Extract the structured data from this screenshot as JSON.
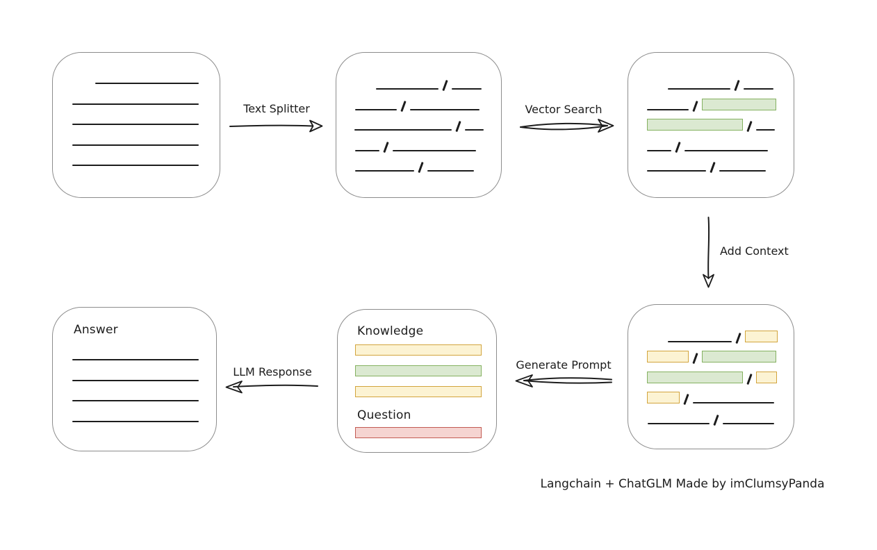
{
  "labels": {
    "text_splitter": "Text Splitter",
    "vector_search": "Vector Search",
    "add_context": "Add Context",
    "generate_prompt": "Generate Prompt",
    "llm_response": "LLM Response",
    "caption": "Langchain + ChatGLM Made by imClumsyPanda"
  },
  "colors": {
    "stroke": "#1c1c1c",
    "box_border": "#8c8c8c",
    "green_fill": "#dbe9d1",
    "green_border": "#84b160",
    "yellow_fill": "#fcf3d3",
    "yellow_border": "#d2a43c",
    "red_fill": "#f5d4d1",
    "red_border": "#c25a52"
  },
  "boxes": {
    "document": {
      "rows": [
        {
          "indent": 61,
          "segments": [
            {
              "t": "line",
              "w": 149
            }
          ]
        },
        {
          "indent": 28,
          "segments": [
            {
              "t": "line",
              "w": 182
            }
          ]
        },
        {
          "indent": 28,
          "segments": [
            {
              "t": "line",
              "w": 182
            }
          ]
        },
        {
          "indent": 28,
          "segments": [
            {
              "t": "line",
              "w": 182
            }
          ]
        },
        {
          "indent": 28,
          "segments": [
            {
              "t": "line",
              "w": 182
            }
          ]
        }
      ]
    },
    "split_chunks": {
      "rows": [
        {
          "indent": 57,
          "segments": [
            {
              "t": "line",
              "w": 90
            },
            {
              "t": "slash"
            },
            {
              "t": "line",
              "w": 43
            }
          ]
        },
        {
          "indent": 27,
          "segments": [
            {
              "t": "line",
              "w": 60
            },
            {
              "t": "slash"
            },
            {
              "t": "line",
              "w": 100
            }
          ]
        },
        {
          "indent": 26,
          "segments": [
            {
              "t": "line",
              "w": 140
            },
            {
              "t": "slash"
            },
            {
              "t": "line",
              "w": 27
            }
          ]
        },
        {
          "indent": 27,
          "segments": [
            {
              "t": "line",
              "w": 35
            },
            {
              "t": "slash"
            },
            {
              "t": "line",
              "w": 120
            }
          ]
        },
        {
          "indent": 27,
          "segments": [
            {
              "t": "line",
              "w": 85
            },
            {
              "t": "slash"
            },
            {
              "t": "line",
              "w": 67
            }
          ]
        }
      ]
    },
    "matched_chunks": {
      "rows": [
        {
          "indent": 57,
          "segments": [
            {
              "t": "line",
              "w": 90
            },
            {
              "t": "slash"
            },
            {
              "t": "line",
              "w": 43
            }
          ]
        },
        {
          "indent": 27,
          "segments": [
            {
              "t": "line",
              "w": 60
            },
            {
              "t": "slash"
            },
            {
              "t": "chunk",
              "w": 107,
              "c": "green"
            }
          ]
        },
        {
          "indent": 27,
          "segments": [
            {
              "t": "chunk",
              "w": 138,
              "c": "green"
            },
            {
              "t": "slash"
            },
            {
              "t": "line",
              "w": 27
            }
          ]
        },
        {
          "indent": 27,
          "segments": [
            {
              "t": "line",
              "w": 35
            },
            {
              "t": "slash"
            },
            {
              "t": "line",
              "w": 120
            }
          ]
        },
        {
          "indent": 27,
          "segments": [
            {
              "t": "line",
              "w": 85
            },
            {
              "t": "slash"
            },
            {
              "t": "line",
              "w": 67
            }
          ]
        }
      ]
    },
    "context_chunks": {
      "rows": [
        {
          "indent": 57,
          "segments": [
            {
              "t": "line",
              "w": 92
            },
            {
              "t": "slash"
            },
            {
              "t": "chunk",
              "w": 47,
              "c": "yellow"
            }
          ]
        },
        {
          "indent": 27,
          "segments": [
            {
              "t": "chunk",
              "w": 60,
              "c": "yellow"
            },
            {
              "t": "slash"
            },
            {
              "t": "chunk",
              "w": 107,
              "c": "green"
            }
          ]
        },
        {
          "indent": 27,
          "segments": [
            {
              "t": "chunk",
              "w": 138,
              "c": "green"
            },
            {
              "t": "slash"
            },
            {
              "t": "chunk",
              "w": 30,
              "c": "yellow"
            }
          ]
        },
        {
          "indent": 27,
          "segments": [
            {
              "t": "chunk",
              "w": 47,
              "c": "yellow"
            },
            {
              "t": "slash"
            },
            {
              "t": "line",
              "w": 117
            }
          ]
        },
        {
          "indent": 28,
          "segments": [
            {
              "t": "line",
              "w": 89
            },
            {
              "t": "slash"
            },
            {
              "t": "line",
              "w": 74
            }
          ]
        }
      ]
    },
    "prompt": {
      "knowledge_label": "Knowledge",
      "question_label": "Question",
      "knowledge_bars": [
        "yellow",
        "green",
        "yellow"
      ],
      "question_bars": [
        "red"
      ]
    },
    "answer": {
      "title": "Answer",
      "rows": [
        {
          "indent": 28,
          "segments": [
            {
              "t": "line",
              "w": 182
            }
          ]
        },
        {
          "indent": 28,
          "segments": [
            {
              "t": "line",
              "w": 182
            }
          ]
        },
        {
          "indent": 28,
          "segments": [
            {
              "t": "line",
              "w": 182
            }
          ]
        },
        {
          "indent": 28,
          "segments": [
            {
              "t": "line",
              "w": 182
            }
          ]
        }
      ]
    }
  }
}
